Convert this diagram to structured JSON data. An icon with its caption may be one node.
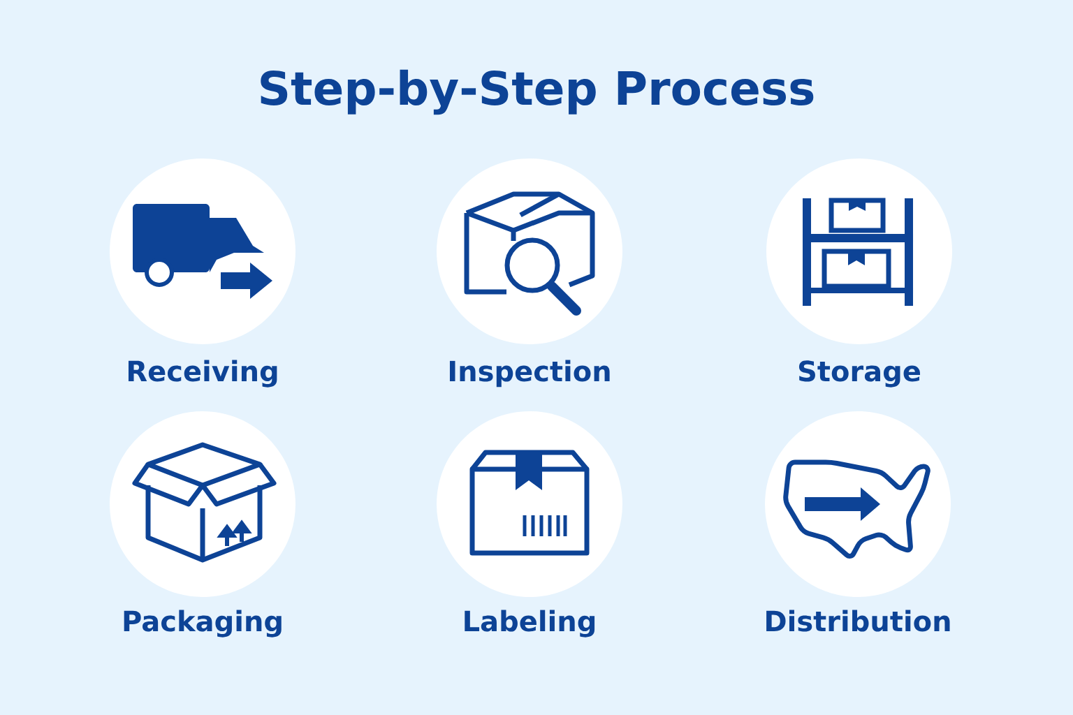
{
  "diagram": {
    "title": "Step-by-Step Process",
    "nodes": [
      {
        "text": [
          "Receiving"
        ]
      },
      {
        "text": [
          "Inspection"
        ]
      },
      {
        "text": [
          "Storage"
        ]
      },
      {
        "text": [
          "Packaging"
        ]
      },
      {
        "text": [
          "Labeling"
        ]
      },
      {
        "text": [
          "Distribution"
        ]
      }
    ],
    "edges": []
  }
}
